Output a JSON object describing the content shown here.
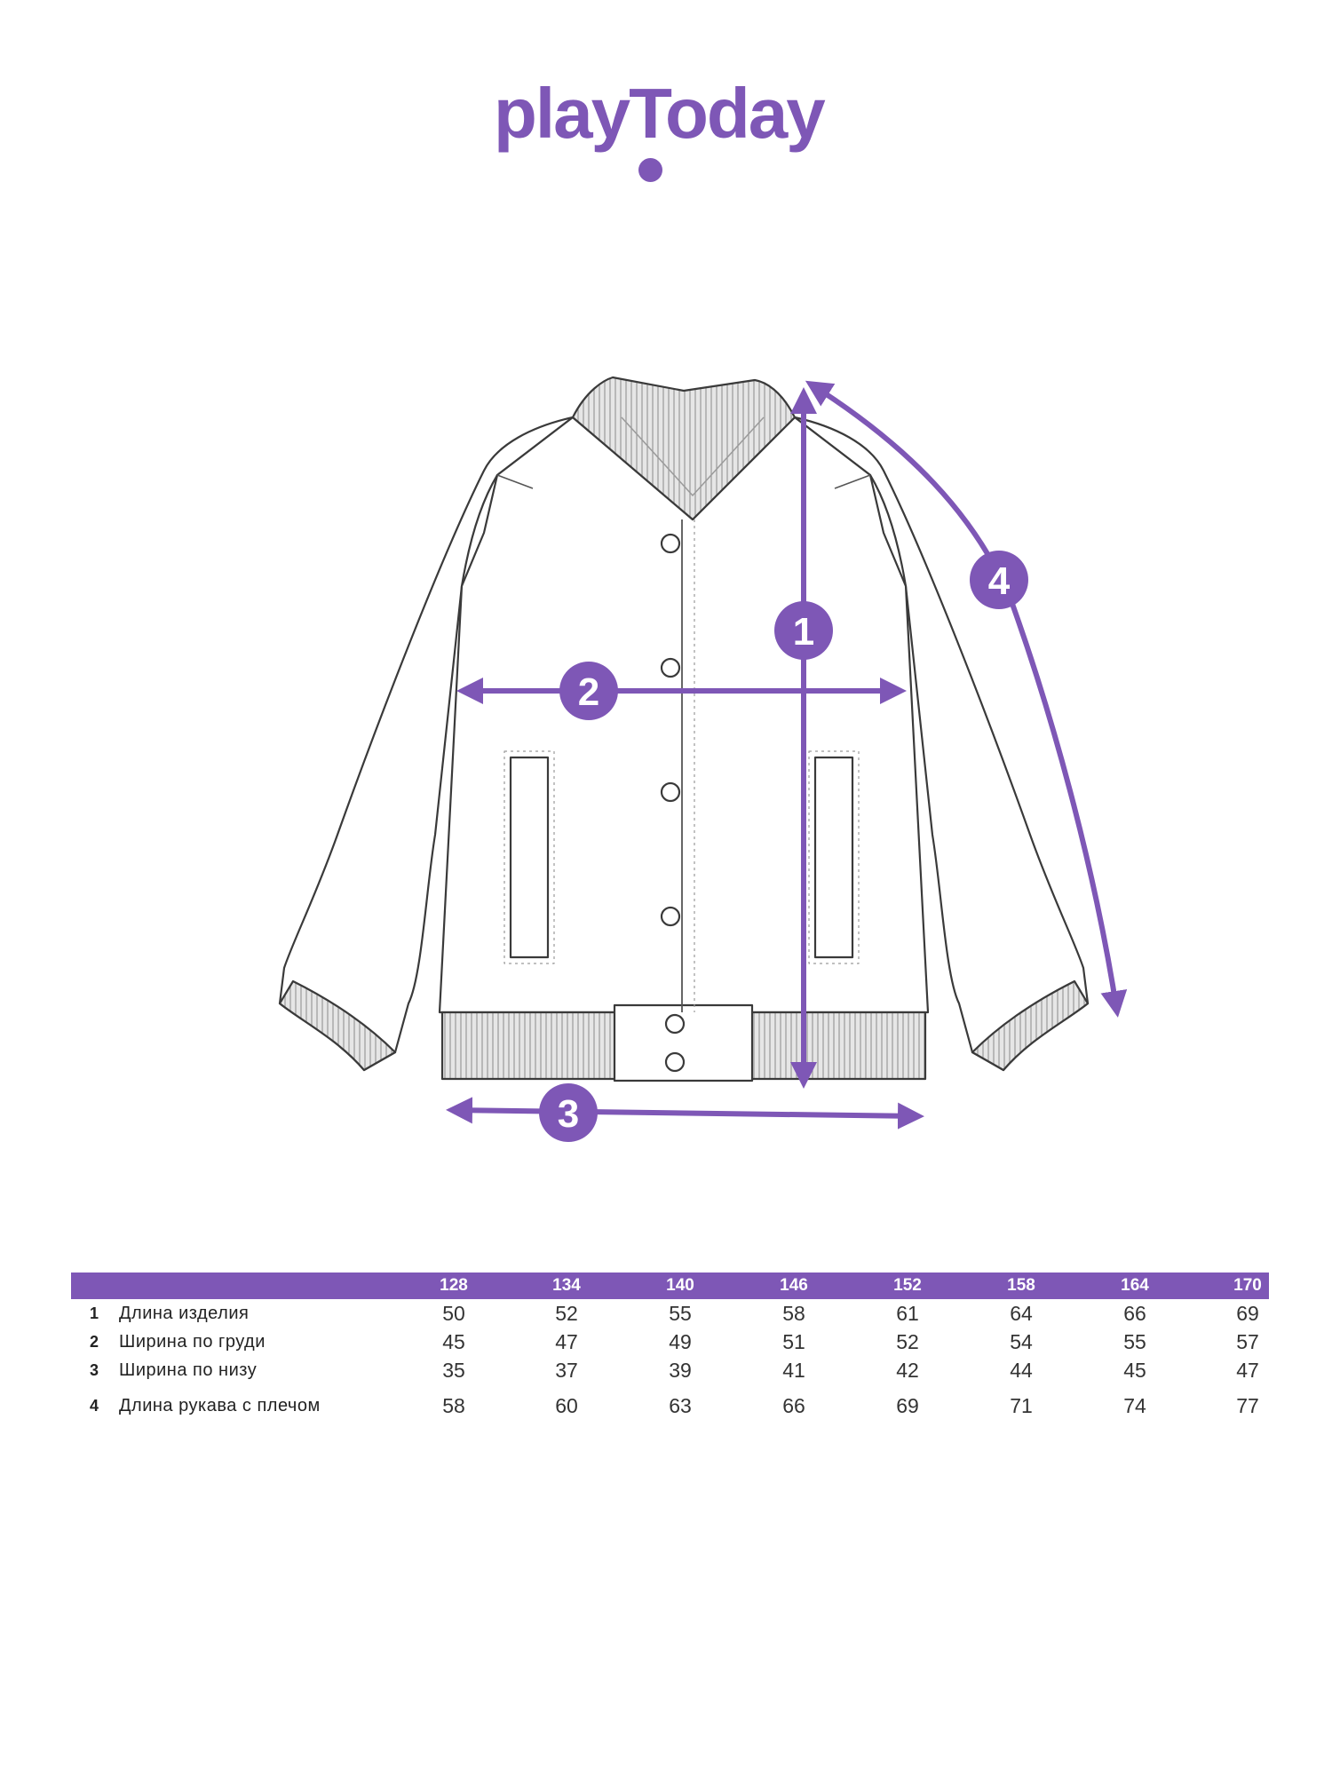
{
  "brand": {
    "name": "playToday",
    "color": "#7e57b6"
  },
  "diagram": {
    "marker_1": "1",
    "marker_2": "2",
    "marker_3": "3",
    "marker_4": "4"
  },
  "table": {
    "sizes": [
      "128",
      "134",
      "140",
      "146",
      "152",
      "158",
      "164",
      "170"
    ],
    "rows": [
      {
        "num": "1",
        "name": "Длина изделия",
        "values": [
          "50",
          "52",
          "55",
          "58",
          "61",
          "64",
          "66",
          "69"
        ]
      },
      {
        "num": "2",
        "name": "Ширина по груди",
        "values": [
          "45",
          "47",
          "49",
          "51",
          "52",
          "54",
          "55",
          "57"
        ]
      },
      {
        "num": "3",
        "name": "Ширина по низу",
        "values": [
          "35",
          "37",
          "39",
          "41",
          "42",
          "44",
          "45",
          "47"
        ]
      },
      {
        "num": "4",
        "name": "Длина рукава с плечом",
        "values": [
          "58",
          "60",
          "63",
          "66",
          "69",
          "71",
          "74",
          "77"
        ]
      }
    ]
  }
}
